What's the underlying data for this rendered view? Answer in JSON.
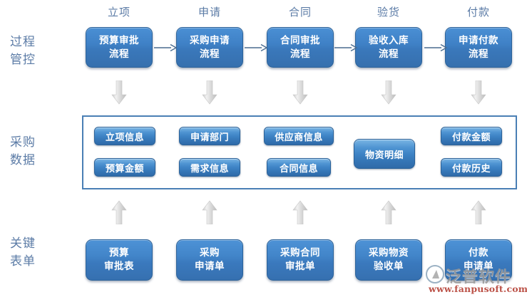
{
  "diagram": {
    "row_labels": [
      {
        "name": "process-control",
        "text": "过程\n管控"
      },
      {
        "name": "procurement-data",
        "text": "采购\n数据"
      },
      {
        "name": "key-forms",
        "text": "关键\n表单"
      }
    ],
    "column_headers": [
      {
        "label": "立项"
      },
      {
        "label": "申请"
      },
      {
        "label": "合同"
      },
      {
        "label": "验货"
      },
      {
        "label": "付款"
      }
    ],
    "process_boxes": [
      {
        "label": "预算审批\n流程"
      },
      {
        "label": "采购申请\n流程"
      },
      {
        "label": "合同审批\n流程"
      },
      {
        "label": "验收入库\n流程"
      },
      {
        "label": "申请付款\n流程"
      }
    ],
    "data_chips": [
      {
        "label": "立项信息"
      },
      {
        "label": "预算金额"
      },
      {
        "label": "申请部门"
      },
      {
        "label": "需求信息"
      },
      {
        "label": "供应商信息"
      },
      {
        "label": "合同信息"
      },
      {
        "label": "物资明细"
      },
      {
        "label": "付款金额"
      },
      {
        "label": "付款历史"
      }
    ],
    "form_boxes": [
      {
        "label": "预算\n审批表"
      },
      {
        "label": "采购\n申请单"
      },
      {
        "label": "采购合同\n审批单"
      },
      {
        "label": "采购物资\n验收单"
      },
      {
        "label": "付款\n申请单"
      }
    ],
    "connector_arrows_right": 4,
    "connector_arrows_down": 5,
    "connector_arrows_up": 5,
    "watermark": {
      "brand": "泛普软件",
      "url": "www.fanpusoft.com"
    },
    "colors": {
      "box_blue": "#3f81c6",
      "chip_blue": "#3d82c4",
      "label_text": "#5b7ba6",
      "container_border": "#4a7fb5",
      "flow_arrow": "#4a6b8f",
      "block_arrow": "#d4d4d4",
      "background": "#ffffff"
    }
  }
}
